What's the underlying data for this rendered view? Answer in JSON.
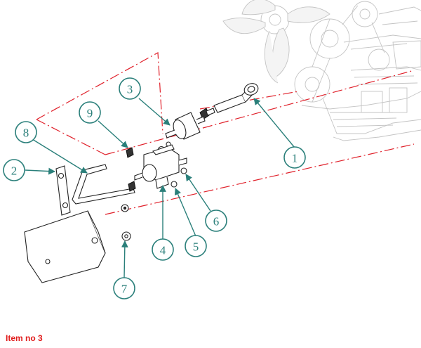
{
  "caption": "Item no 3",
  "colors": {
    "callout": "#2a7f7a",
    "guide_line": "#e0202a",
    "caption": "#e01b1b"
  },
  "callouts": [
    {
      "id": "1",
      "label": "1"
    },
    {
      "id": "2",
      "label": "2"
    },
    {
      "id": "3",
      "label": "3"
    },
    {
      "id": "4",
      "label": "4"
    },
    {
      "id": "5",
      "label": "5"
    },
    {
      "id": "6",
      "label": "6"
    },
    {
      "id": "7",
      "label": "7"
    },
    {
      "id": "8",
      "label": "8"
    },
    {
      "id": "9",
      "label": "9"
    }
  ]
}
